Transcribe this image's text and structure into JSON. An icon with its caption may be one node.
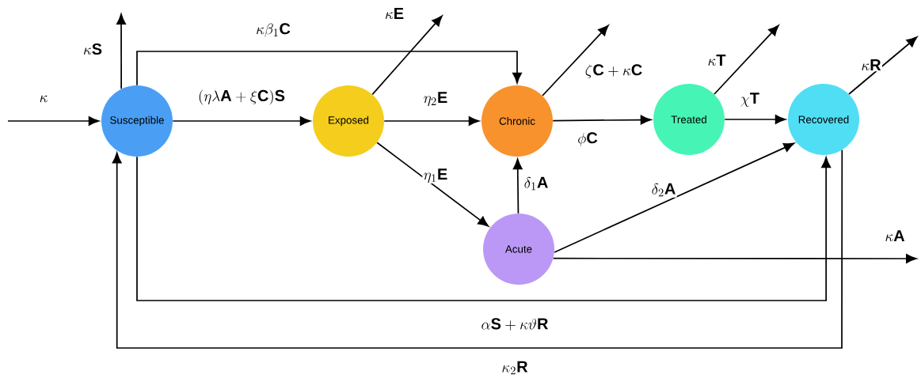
{
  "diagram": {
    "nodes": [
      {
        "text": [
          "Susceptible"
        ]
      },
      {
        "text": [
          "Exposed"
        ]
      },
      {
        "text": [
          "Chronic"
        ]
      },
      {
        "text": [
          "Treated"
        ]
      },
      {
        "text": [
          "Recovered"
        ]
      },
      {
        "text": [
          "Acute"
        ]
      }
    ],
    "edges": [
      {
        "from": null,
        "to": 0,
        "arrow": "to",
        "label": "\\kappa"
      },
      {
        "from": 0,
        "to": null,
        "arrow": "to",
        "label": "\\kappa\\mathbf{S}"
      },
      {
        "from": 0,
        "to": 1,
        "arrow": "to",
        "label": "(\\eta\\lambda\\mathbf{A}+\\xi\\mathbf{C})\\mathbf{S}"
      },
      {
        "from": 0,
        "to": 2,
        "arrow": "to",
        "label": "\\kappa\\beta_1\\mathbf{C}"
      },
      {
        "from": 1,
        "to": null,
        "arrow": "to",
        "label": "\\kappa\\mathbf{E}"
      },
      {
        "from": 1,
        "to": 2,
        "arrow": "to",
        "label": "\\eta_2\\mathbf{E}"
      },
      {
        "from": 1,
        "to": 5,
        "arrow": "to",
        "label": "\\eta_1\\mathbf{E}"
      },
      {
        "from": 2,
        "to": null,
        "arrow": "to",
        "label": "\\zeta\\mathbf{C}+\\kappa\\mathbf{C}"
      },
      {
        "from": 5,
        "to": 2,
        "arrow": "to",
        "label": "\\delta_1\\mathbf{A}"
      },
      {
        "from": 2,
        "to": 3,
        "arrow": "to",
        "label": "\\phi\\mathbf{C}"
      },
      {
        "from": 3,
        "to": null,
        "arrow": "to",
        "label": "\\kappa\\mathbf{T}"
      },
      {
        "from": 3,
        "to": 4,
        "arrow": "to",
        "label": "\\chi\\mathbf{T}"
      },
      {
        "from": 4,
        "to": null,
        "arrow": "to",
        "label": "\\kappa\\mathbf{R}"
      },
      {
        "from": 5,
        "to": 4,
        "arrow": "to",
        "label": "\\delta_2\\mathbf{A}"
      },
      {
        "from": 5,
        "to": null,
        "arrow": "to",
        "label": "\\kappa\\mathbf{A}"
      },
      {
        "from": 0,
        "to": 4,
        "arrow": "to",
        "label": "\\alpha\\mathbf{S}+\\kappa\\vartheta\\mathbf{R}"
      },
      {
        "from": 4,
        "to": 0,
        "arrow": "to",
        "label": "\\kappa_2\\mathbf{R}"
      }
    ]
  }
}
